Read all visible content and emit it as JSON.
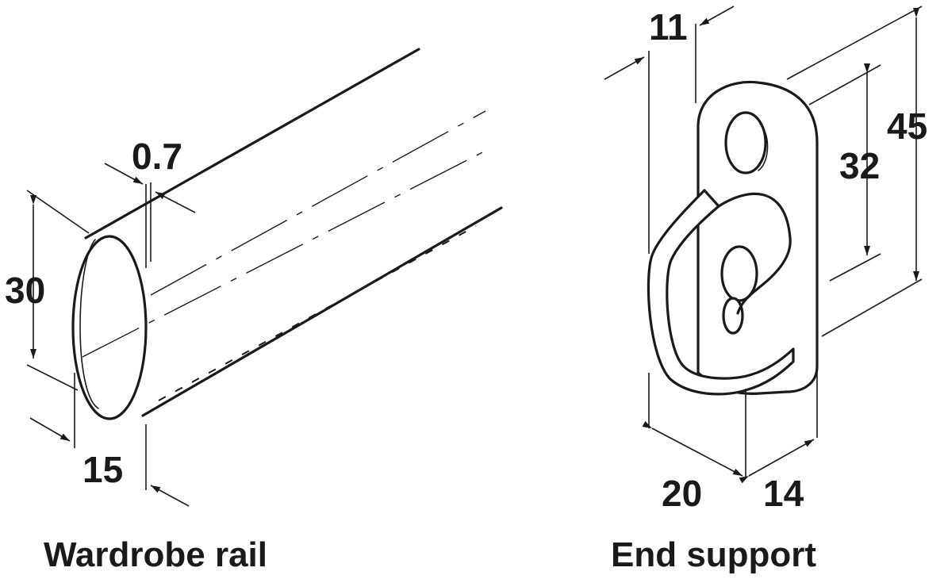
{
  "figures": [
    {
      "id": "rail",
      "caption": "Wardrobe rail",
      "dimensions": {
        "height": "30",
        "width": "15",
        "wall_thickness": "0.7"
      }
    },
    {
      "id": "support",
      "caption": "End support",
      "dimensions": {
        "height": "45",
        "hole_spacing": "32",
        "plate_thickness": "11",
        "width": "20",
        "depth": "14"
      }
    }
  ],
  "colors": {
    "line": "#1a1a1a",
    "background": "#ffffff"
  }
}
